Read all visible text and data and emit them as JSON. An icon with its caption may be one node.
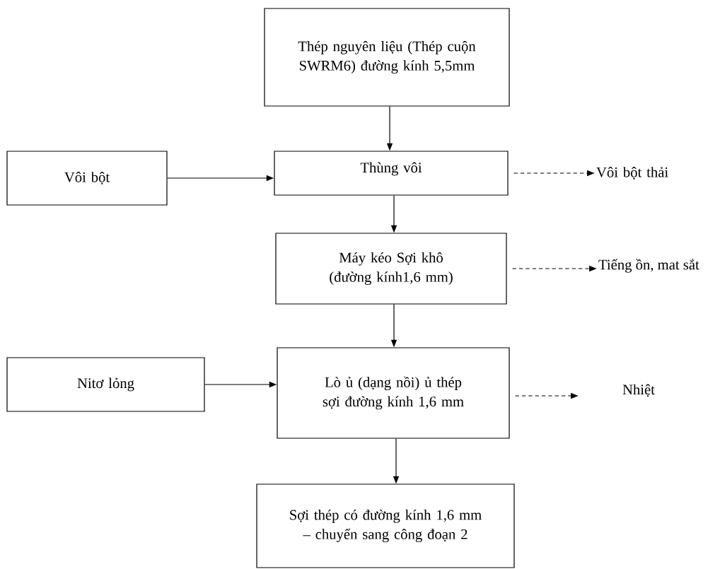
{
  "diagram": {
    "nodes": [
      {
        "text": [
          "Thép nguyên liệu (Thép cuộn SWRM6) đường kính 5,5mm"
        ]
      },
      {
        "text": [
          "Vôi bột"
        ]
      },
      {
        "text": [
          "Thùng vôi"
        ]
      },
      {
        "text": [
          "Vôi bột thải"
        ]
      },
      {
        "text": [
          "Máy kéo Sợi khô (đường kính1,6 mm)"
        ]
      },
      {
        "text": [
          "Tiếng ồn, mat sắt"
        ]
      },
      {
        "text": [
          "Nitơ lỏng"
        ]
      },
      {
        "text": [
          "Lò ủ (dạng nồi) ủ thép sợi đường kính 1,6 mm"
        ]
      },
      {
        "text": [
          "Nhiệt"
        ]
      },
      {
        "text": [
          "Sợi thép có đường kính 1,6 mm – chuyển sang công đoạn 2"
        ]
      }
    ],
    "edges": [
      {
        "from": 0,
        "to": 2,
        "arrow": "to"
      },
      {
        "from": 1,
        "to": 2,
        "arrow": "to"
      },
      {
        "from": 2,
        "to": 3,
        "arrow": "to",
        "style": "dashed"
      },
      {
        "from": 2,
        "to": 4,
        "arrow": "to"
      },
      {
        "from": 4,
        "to": 5,
        "arrow": "to",
        "style": "dashed"
      },
      {
        "from": 4,
        "to": 7,
        "arrow": "to"
      },
      {
        "from": 6,
        "to": 7,
        "arrow": "to"
      },
      {
        "from": 7,
        "to": 8,
        "arrow": "to",
        "style": "dashed"
      },
      {
        "from": 7,
        "to": 9,
        "arrow": "to"
      }
    ]
  }
}
